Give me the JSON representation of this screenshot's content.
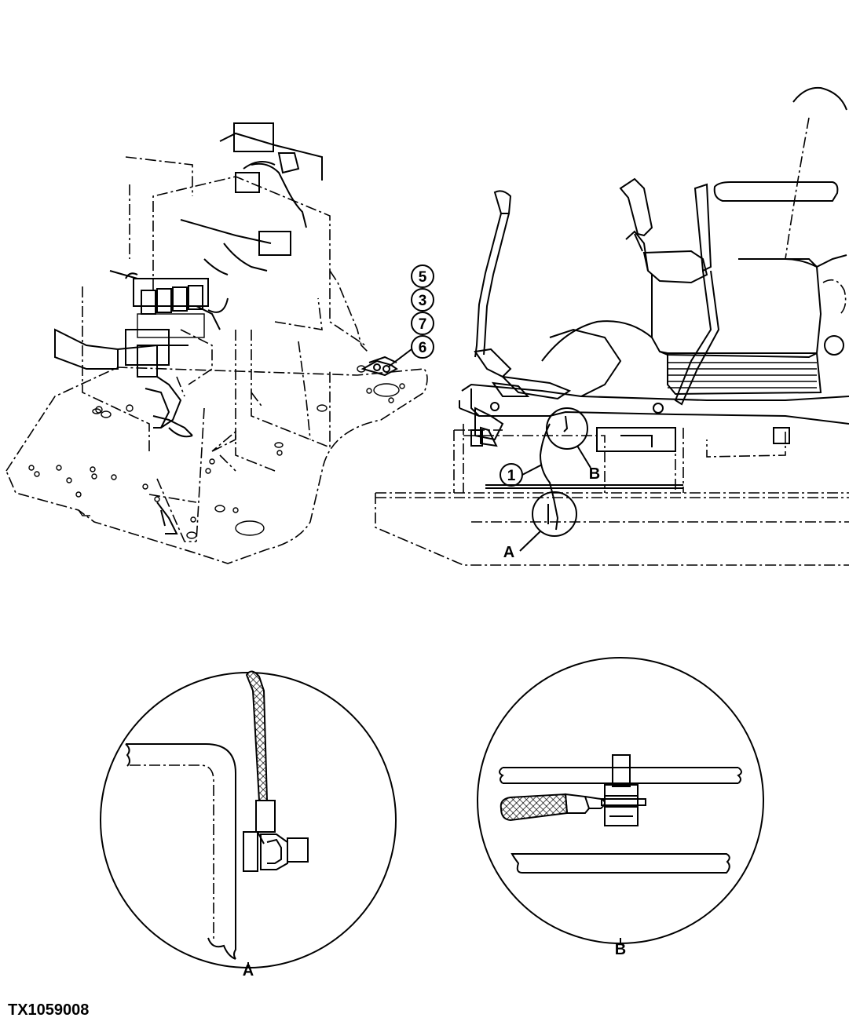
{
  "figure_id": "TX1059008",
  "callouts": {
    "c5": "5",
    "c3": "3",
    "c7": "7",
    "c6": "6",
    "c1": "1"
  },
  "detail_labels": {
    "a_main": "A",
    "b_main": "B",
    "a_detail": "A",
    "b_detail": "B"
  }
}
